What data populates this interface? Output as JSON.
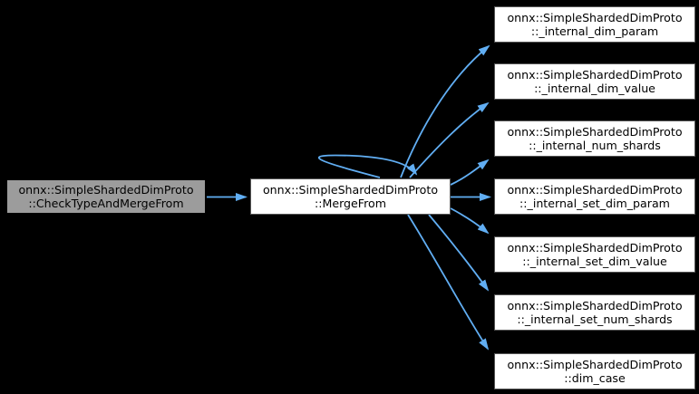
{
  "diagram": {
    "type": "doxygen-call-graph",
    "background_color": "#000000",
    "edge_color": "#61aef3",
    "node_fill": "#ffffff",
    "node_border_color": "#555555",
    "focus_node_fill": "#9c9c9c",
    "focus_node_border_color": "#000000",
    "text_color": "#000000"
  },
  "nodes": {
    "caller": {
      "line1": "onnx::SimpleShardedDimProto",
      "line2": "::CheckTypeAndMergeFrom"
    },
    "center": {
      "line1": "onnx::SimpleShardedDimProto",
      "line2": "::MergeFrom"
    },
    "callees": [
      {
        "line1": "onnx::SimpleShardedDimProto",
        "line2": "::_internal_dim_param"
      },
      {
        "line1": "onnx::SimpleShardedDimProto",
        "line2": "::_internal_dim_value"
      },
      {
        "line1": "onnx::SimpleShardedDimProto",
        "line2": "::_internal_num_shards"
      },
      {
        "line1": "onnx::SimpleShardedDimProto",
        "line2": "::_internal_set_dim_param"
      },
      {
        "line1": "onnx::SimpleShardedDimProto",
        "line2": "::_internal_set_dim_value"
      },
      {
        "line1": "onnx::SimpleShardedDimProto",
        "line2": "::_internal_set_num_shards"
      },
      {
        "line1": "onnx::SimpleShardedDimProto",
        "line2": "::dim_case"
      }
    ]
  },
  "edges": [
    {
      "from": "onnx::SimpleShardedDimProto::CheckTypeAndMergeFrom",
      "to": "onnx::SimpleShardedDimProto::MergeFrom"
    },
    {
      "from": "onnx::SimpleShardedDimProto::MergeFrom",
      "to": "onnx::SimpleShardedDimProto::MergeFrom"
    },
    {
      "from": "onnx::SimpleShardedDimProto::MergeFrom",
      "to": "onnx::SimpleShardedDimProto::_internal_dim_param"
    },
    {
      "from": "onnx::SimpleShardedDimProto::MergeFrom",
      "to": "onnx::SimpleShardedDimProto::_internal_dim_value"
    },
    {
      "from": "onnx::SimpleShardedDimProto::MergeFrom",
      "to": "onnx::SimpleShardedDimProto::_internal_num_shards"
    },
    {
      "from": "onnx::SimpleShardedDimProto::MergeFrom",
      "to": "onnx::SimpleShardedDimProto::_internal_set_dim_param"
    },
    {
      "from": "onnx::SimpleShardedDimProto::MergeFrom",
      "to": "onnx::SimpleShardedDimProto::_internal_set_dim_value"
    },
    {
      "from": "onnx::SimpleShardedDimProto::MergeFrom",
      "to": "onnx::SimpleShardedDimProto::_internal_set_num_shards"
    },
    {
      "from": "onnx::SimpleShardedDimProto::MergeFrom",
      "to": "onnx::SimpleShardedDimProto::dim_case"
    }
  ]
}
